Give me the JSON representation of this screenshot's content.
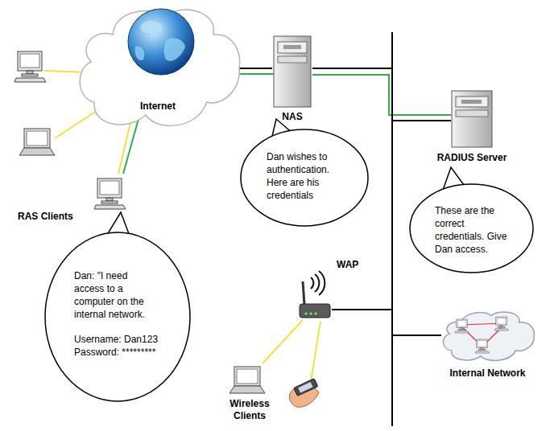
{
  "diagram": {
    "nodes": [
      {
        "text": [
          "Internet"
        ]
      },
      {
        "text": [
          "NAS"
        ]
      },
      {
        "text": [
          "RADIUS Server"
        ]
      },
      {
        "text": [
          "Dan wishes to authentication. Here are his credentials"
        ]
      },
      {
        "text": [
          "These are the correct credentials. Give Dan access."
        ]
      },
      {
        "text": [
          "Dan: \"I need access to a computer on the internal network.",
          "Username: Dan123",
          "Password: *********"
        ]
      },
      {
        "text": [
          "WAP"
        ]
      },
      {
        "text": [
          "Internal Network"
        ]
      }
    ],
    "edges": [
      {
        "from": 0,
        "to": 1,
        "arrow": "none"
      },
      {
        "from": 1,
        "to": 2,
        "arrow": "none"
      },
      {
        "from": 1,
        "to": 6,
        "arrow": "none"
      },
      {
        "from": 1,
        "to": 7,
        "arrow": "none"
      }
    ],
    "labels": [
      "RAS Clients",
      "Wireless Clients"
    ]
  }
}
